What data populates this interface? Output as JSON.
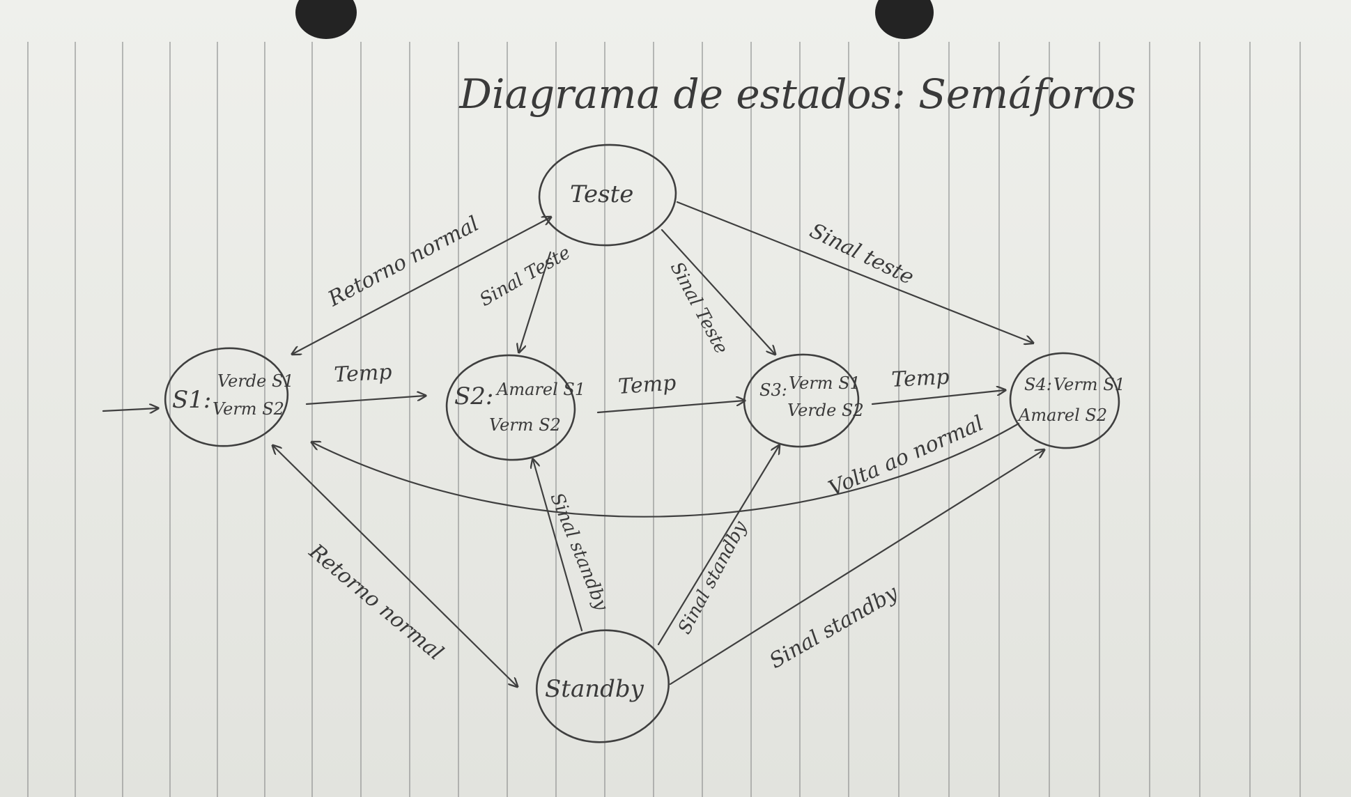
{
  "title": "Diagrama de estados: Semáforos",
  "states": {
    "s1": {
      "name": "S1:",
      "line1": "Verde S1",
      "line2": "Verm S2"
    },
    "s2": {
      "name": "S2:",
      "line1": "Amarel S1",
      "line2": "Verm S2"
    },
    "s3": {
      "name": "S3:",
      "line1": "Verm S1",
      "line2": "Verde S2"
    },
    "s4": {
      "name": "S4:",
      "line1": "Verm S1",
      "line2": "Amarel S2"
    },
    "teste": {
      "name": "Teste"
    },
    "standby": {
      "name": "Standby"
    }
  },
  "transitions": {
    "s1_s2": "Temp",
    "s2_s3": "Temp",
    "s3_s4": "Temp",
    "s1_teste": "Retorno normal",
    "teste_s2": "Sinal Teste",
    "teste_s3": "Sinal Teste",
    "teste_s4": "Sinal teste",
    "s4_s1": "Volta ao normal",
    "standby_s1": "Retorno normal",
    "standby_s2": "Sinal standby",
    "standby_s3": "Sinal standby",
    "standby_s4": "Sinal standby"
  }
}
